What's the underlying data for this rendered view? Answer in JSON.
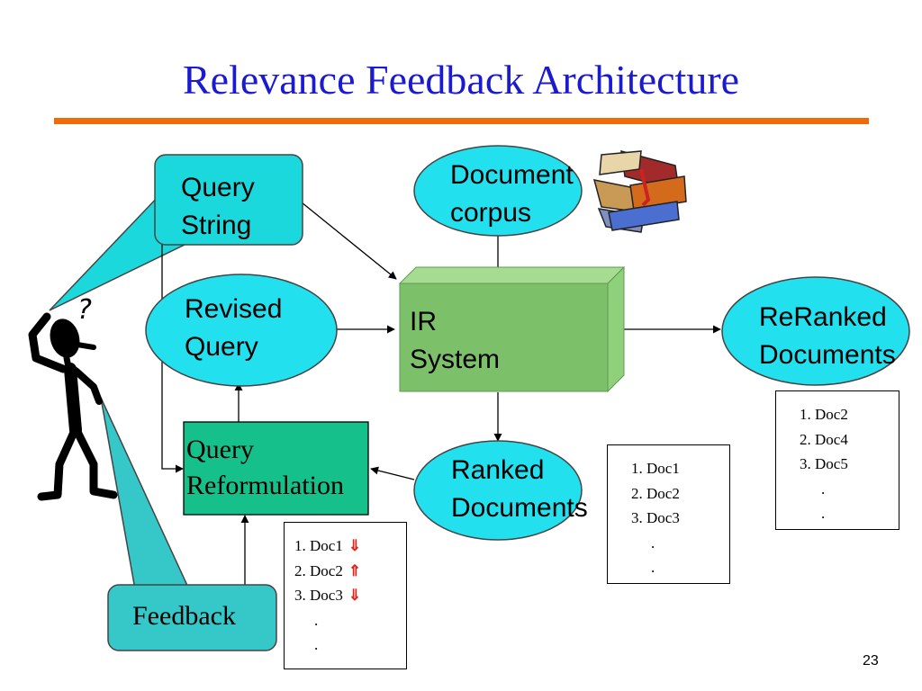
{
  "title": "Relevance Feedback Architecture",
  "nodes": {
    "query_string": [
      "Query",
      "String"
    ],
    "document_corpus": [
      "Document",
      "corpus"
    ],
    "revised_query": [
      "Revised",
      "Query"
    ],
    "ir_system": [
      "IR",
      "System"
    ],
    "reranked_documents": [
      "ReRanked",
      "Documents"
    ],
    "query_reformulation": [
      "Query",
      "Reformulation"
    ],
    "ranked_documents": [
      "Ranked",
      "Documents"
    ],
    "feedback": "Feedback",
    "question_mark": "?"
  },
  "lists": {
    "feedback_list": {
      "items": [
        "1. Doc1",
        "2. Doc2",
        "3. Doc3",
        ".",
        "."
      ],
      "marks": [
        "⇓",
        "⇑",
        "⇓",
        "",
        ""
      ]
    },
    "ranked_list": [
      "1. Doc1",
      "2. Doc2",
      "3. Doc3",
      ".",
      "."
    ],
    "reranked_list": [
      "1. Doc2",
      "2. Doc4",
      "3. Doc5",
      ".",
      "."
    ]
  },
  "colors": {
    "title": "#1a1ad0",
    "rule": "#f06a0a",
    "cyan_node": "#22e0ee",
    "query_box": "#1ad8dc",
    "feedback_box": "#36c8c8",
    "ir_box": "#7cc06a",
    "reformulation_box": "#15c08a",
    "up_down_arrows": "#e8201a"
  },
  "icons": [
    "books-icon",
    "thinking-person-icon"
  ],
  "page_number": "23"
}
